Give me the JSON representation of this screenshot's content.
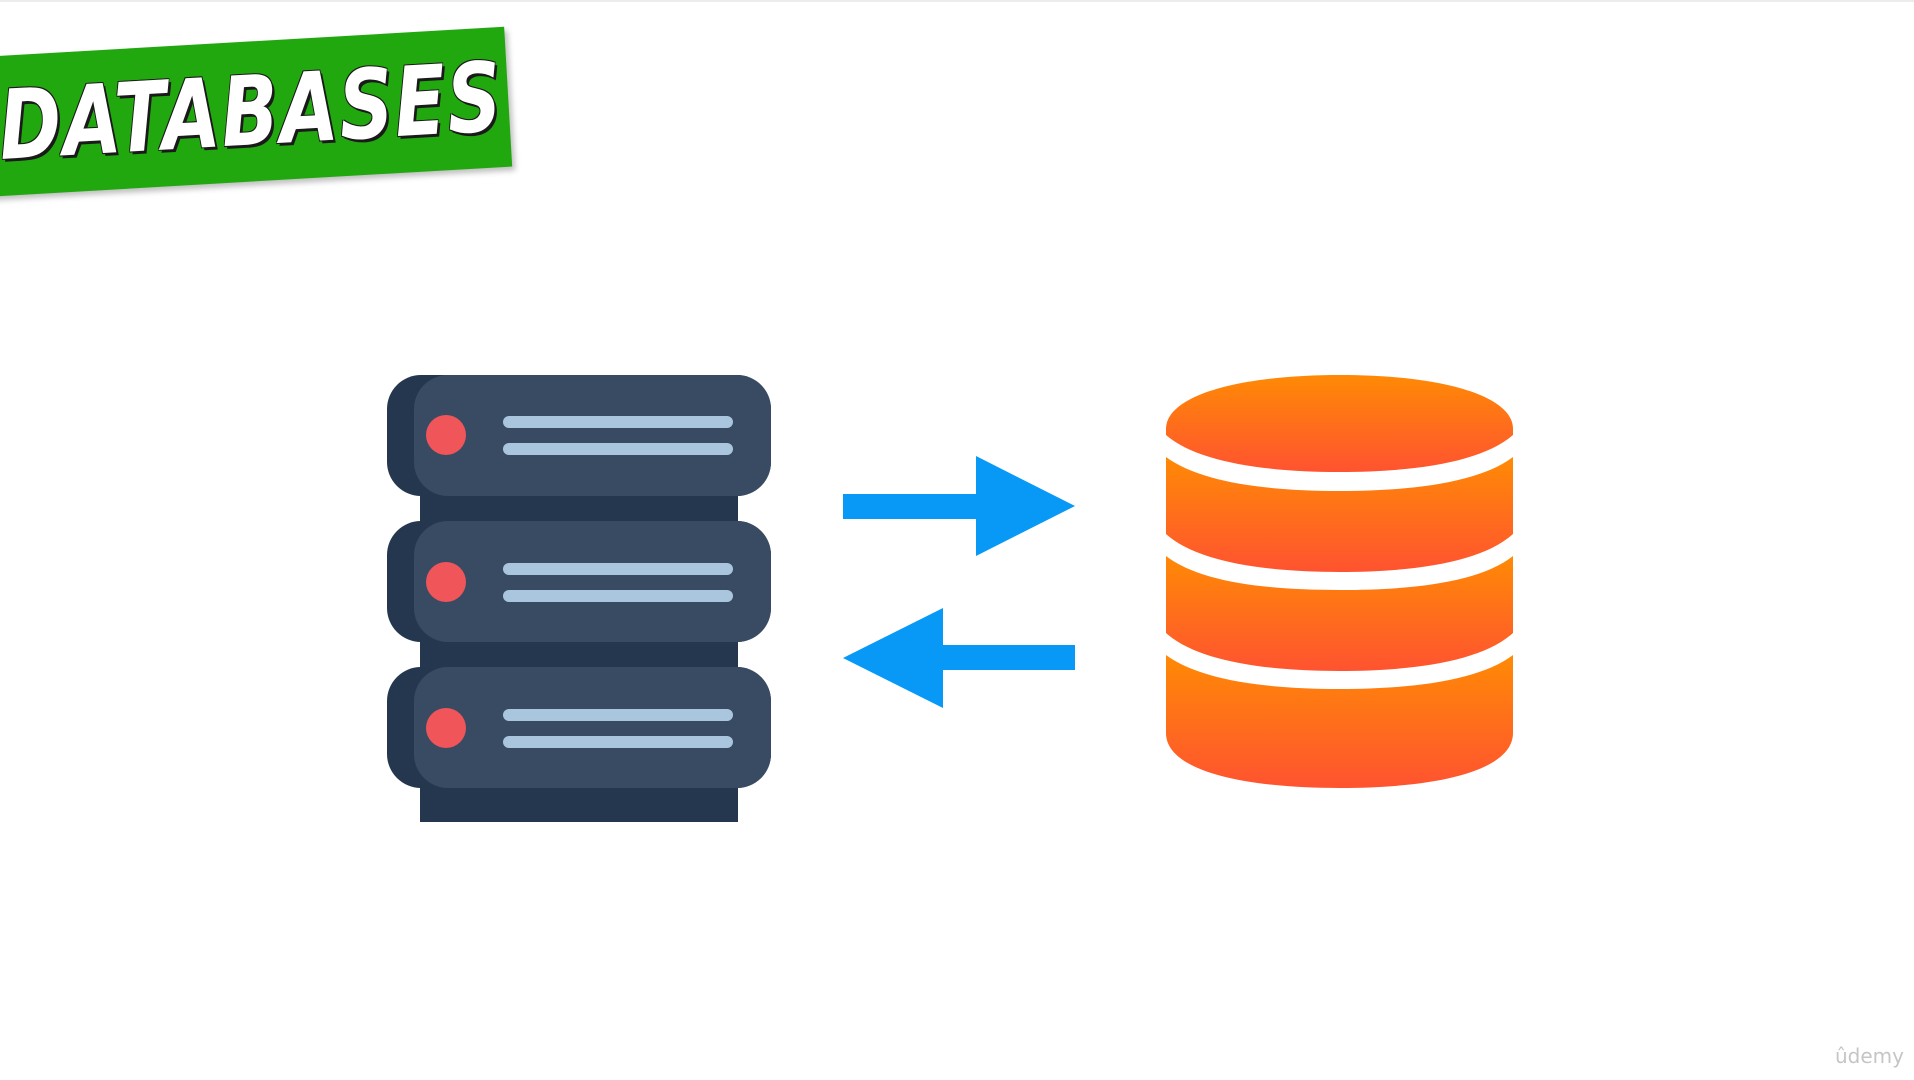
{
  "slide": {
    "title": "DATABASES",
    "watermark": "ûdemy"
  },
  "diagram": {
    "nodes": [
      {
        "id": "server",
        "icon": "server-rack-icon",
        "units": 3
      },
      {
        "id": "database",
        "icon": "database-cylinder-icon",
        "layers": 4
      }
    ],
    "edges": [
      {
        "from": "server",
        "to": "database",
        "icon": "arrow-right-icon"
      },
      {
        "from": "database",
        "to": "server",
        "icon": "arrow-left-icon"
      }
    ]
  },
  "colors": {
    "banner": "#22a80f",
    "server_body": "#384b63",
    "server_dark": "#25374f",
    "server_led": "#f0555a",
    "server_line": "#aac6de",
    "arrow": "#0899f7",
    "db_top": "#ff8a05",
    "db_bottom": "#ff5330"
  }
}
